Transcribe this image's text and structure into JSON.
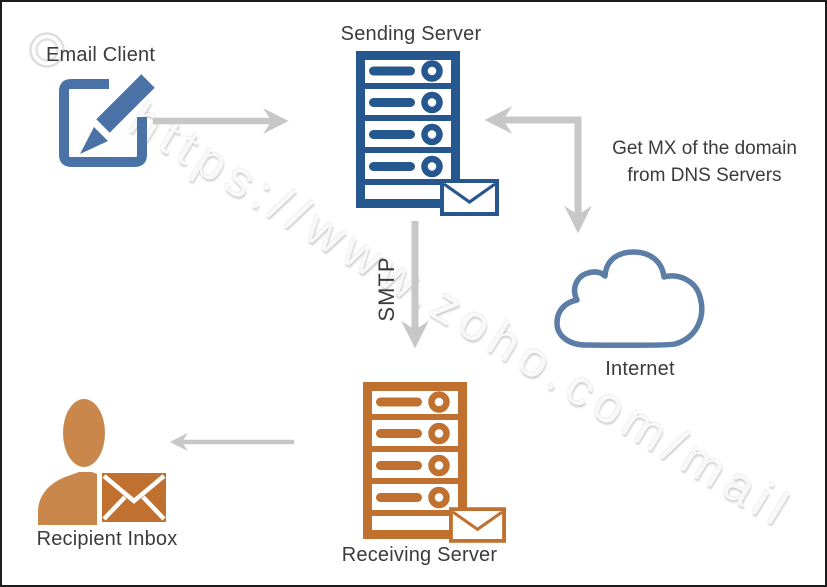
{
  "watermark": {
    "text": "https://www.zoho.com/mail"
  },
  "nodes": {
    "email_client": {
      "label": "Email Client"
    },
    "sending_server": {
      "label": "Sending Server"
    },
    "internet": {
      "label": "Internet"
    },
    "receiving_server": {
      "label": "Receiving Server"
    },
    "recipient_inbox": {
      "label": "Recipient Inbox"
    }
  },
  "annotations": {
    "dns_line1": "Get MX of the domain",
    "dns_line2": "from DNS Servers",
    "smtp": "SMTP"
  },
  "edges": [
    {
      "from": "email_client",
      "to": "sending_server",
      "label": ""
    },
    {
      "from": "sending_server",
      "to": "internet",
      "label": "Get MX of the domain from DNS Servers",
      "bidirectional": true
    },
    {
      "from": "sending_server",
      "to": "receiving_server",
      "label": "SMTP"
    },
    {
      "from": "receiving_server",
      "to": "recipient_inbox",
      "label": ""
    }
  ],
  "colors": {
    "server_blue": "#27578f",
    "server_orange": "#c0702f",
    "person_orange": "#c9874b",
    "compose_blue": "#4a72a6",
    "cloud_blue": "#5b7da6",
    "arrow_gray": "#c7c7c7",
    "text_dark": "#3b3b3b",
    "border_dark": "#1c1c1c"
  }
}
